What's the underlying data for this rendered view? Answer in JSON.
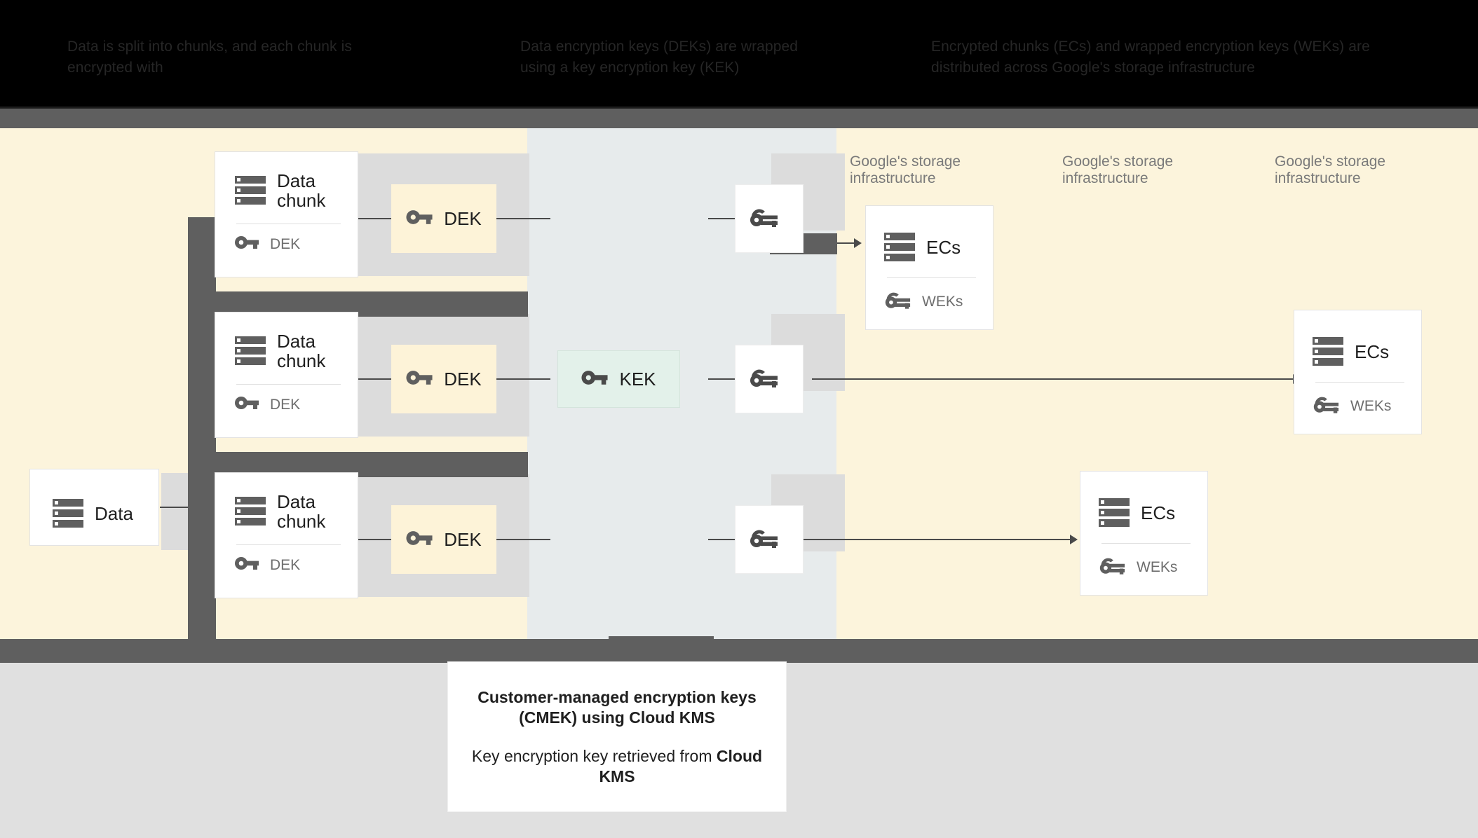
{
  "header": {
    "columns": [
      {
        "id": "col-data-chunks",
        "text": "Data is split into chunks, and each chunk is encrypted with"
      },
      {
        "id": "col-dek",
        "text": "Data encryption keys (DEKs) are wrapped using a key encryption key (KEK)"
      },
      {
        "id": "col-ecs",
        "text": "Encrypted chunks (ECs) and wrapped encryption keys (WEKs) are distributed across Google's storage infrastructure"
      }
    ]
  },
  "stage": {
    "zone_labels": [
      "Google's storage infrastructure",
      "Google's storage infrastructure",
      "Google's storage infrastructure"
    ],
    "source": {
      "title": "Data",
      "icon": "storage-icon"
    },
    "chunks": [
      {
        "title": "Data chunk",
        "sub": "DEK",
        "icon": "storage-icon",
        "sub_icon": "key-icon"
      },
      {
        "title": "Data chunk",
        "sub": "DEK",
        "icon": "storage-icon",
        "sub_icon": "key-icon"
      },
      {
        "title": "Data chunk",
        "sub": "DEK",
        "icon": "storage-icon",
        "sub_icon": "key-icon"
      }
    ],
    "deks": [
      {
        "label": "DEK",
        "icon": "key-icon"
      },
      {
        "label": "DEK",
        "icon": "key-icon"
      },
      {
        "label": "DEK",
        "icon": "key-icon"
      }
    ],
    "kek": {
      "label": "KEK",
      "icon": "key-icon"
    },
    "weks": [
      {
        "label": "",
        "icon": "wrapped-key-icon"
      },
      {
        "label": "",
        "icon": "wrapped-key-icon"
      },
      {
        "label": "",
        "icon": "wrapped-key-icon"
      }
    ],
    "ecs": [
      {
        "title": "ECs",
        "sub": "WEKs",
        "icon": "storage-icon",
        "sub_icon": "wrapped-key-icon"
      },
      {
        "title": "ECs",
        "sub": "WEKs",
        "icon": "storage-icon",
        "sub_icon": "wrapped-key-icon"
      },
      {
        "title": "ECs",
        "sub": "WEKs",
        "icon": "storage-icon",
        "sub_icon": "wrapped-key-icon"
      }
    ]
  },
  "footer": {
    "heading": "Customer-managed encryption keys (CMEK) using Cloud KMS",
    "body_prefix": "Key encryption key retrieved from ",
    "body_strong": "Cloud KMS"
  },
  "colors": {
    "cream": "#fcf4dc",
    "mist": "#e7ebec",
    "dek_fill": "#fdf3d8",
    "kek_fill": "#e3f1ea",
    "highlight": "#5f5f5f",
    "shadow": "#dcdcdc"
  }
}
